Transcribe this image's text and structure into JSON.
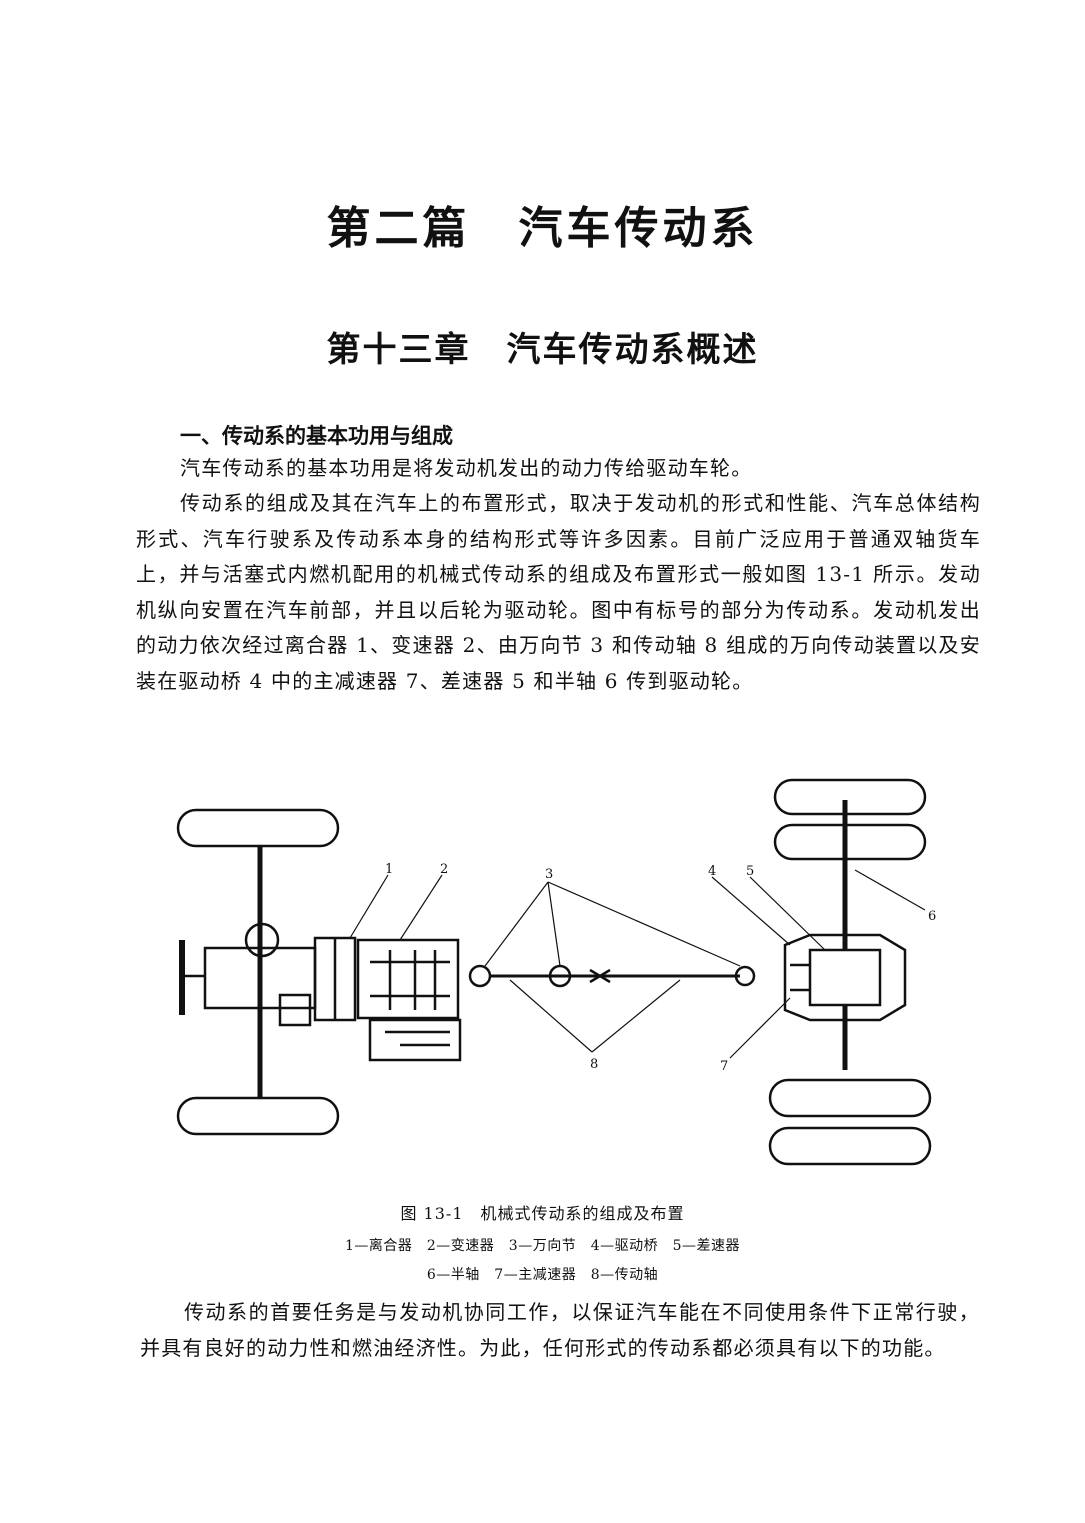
{
  "part_title": "第二篇　汽车传动系",
  "chapter_title": "第十三章　汽车传动系概述",
  "section_heading": "一、传动系的基本功用与组成",
  "paragraphs": {
    "p1": "汽车传动系的基本功用是将发动机发出的动力传给驱动车轮。",
    "p2": "传动系的组成及其在汽车上的布置形式，取决于发动机的形式和性能、汽车总体结构形式、汽车行驶系及传动系本身的结构形式等许多因素。目前广泛应用于普通双轴货车上，并与活塞式内燃机配用的机械式传动系的组成及布置形式一般如图 13-1 所示。发动机纵向安置在汽车前部，并且以后轮为驱动轮。图中有标号的部分为传动系。发动机发出的动力依次经过离合器 1、变速器 2、由万向节 3 和传动轴 8 组成的万向传动装置以及安装在驱动桥 4 中的主减速器 7、差速器 5 和半轴 6 传到驱动轮。",
    "p3": "传动系的首要任务是与发动机协同工作，以保证汽车能在不同使用条件下正常行驶，并具有良好的动力性和燃油经济性。为此，任何形式的传动系都必须具有以下的功能。"
  },
  "figure": {
    "caption": "图 13-1　机械式传动系的组成及布置",
    "legend_line1": "1—离合器　2—变速器　3—万向节　4—驱动桥　5—差速器",
    "legend_line2": "6—半轴　7—主减速器　8—传动轴",
    "labels": {
      "l1": "1",
      "l2": "2",
      "l3": "3",
      "l4": "4",
      "l5": "5",
      "l6": "6",
      "l7": "7",
      "l8": "8"
    }
  }
}
